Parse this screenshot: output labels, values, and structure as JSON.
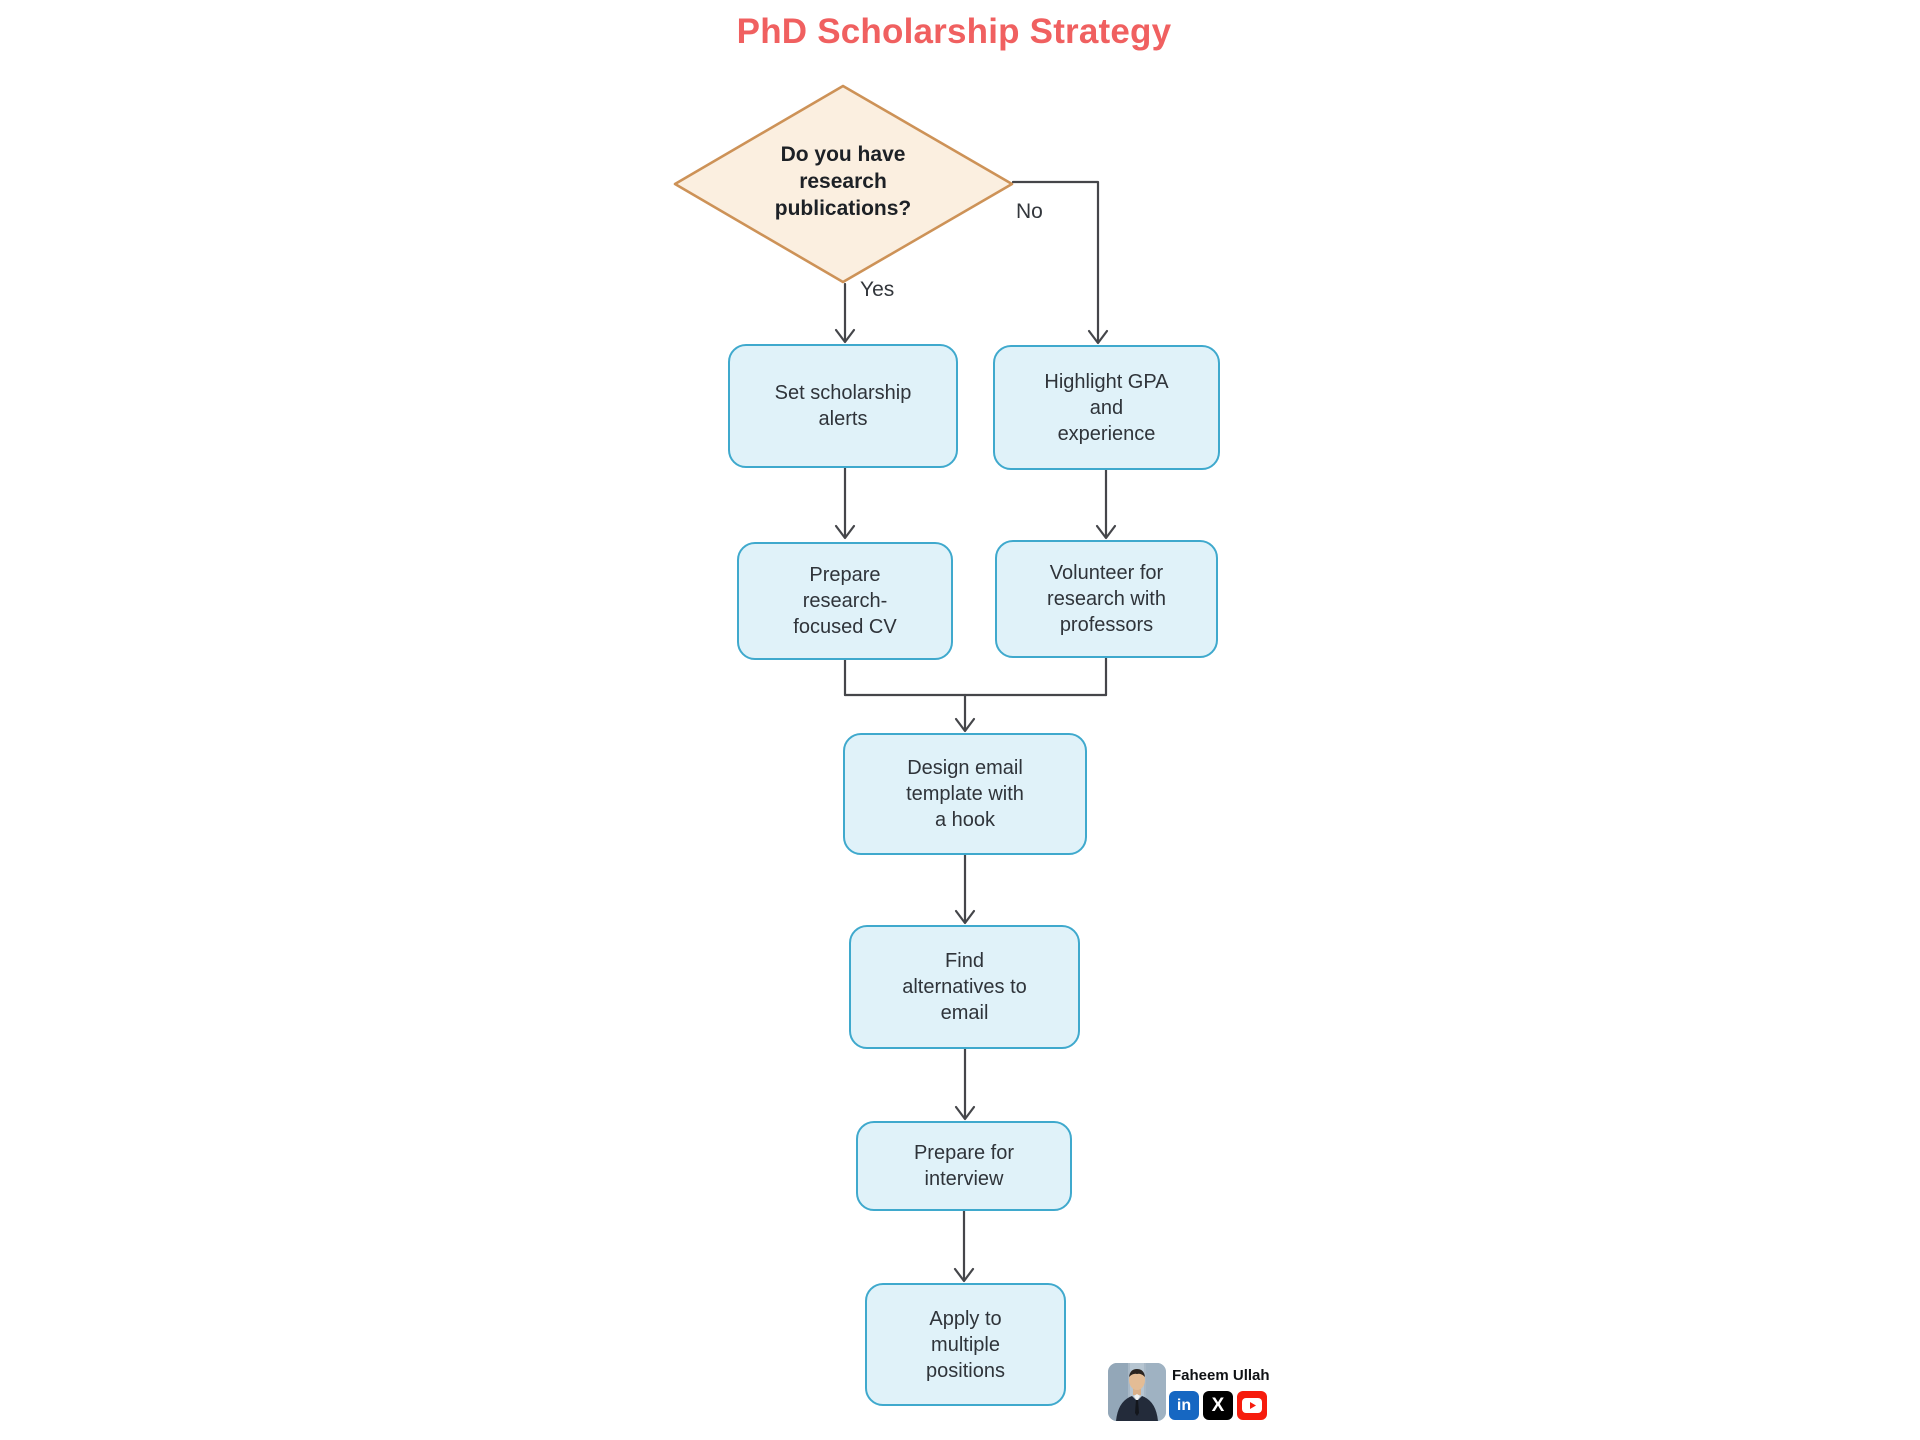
{
  "title": {
    "text": "PhD Scholarship Strategy",
    "color": "#F06060"
  },
  "flowchart": {
    "decision": {
      "id": "decision",
      "label": "Do you have\nresearch\npublications?",
      "fill": "#FBEFE0",
      "border": "#CD9257"
    },
    "branch_labels": {
      "yes": "Yes",
      "no": "No"
    },
    "nodes": [
      {
        "id": "set-scholarship-alerts",
        "label": "Set scholarship\nalerts"
      },
      {
        "id": "highlight-gpa-experience",
        "label": "Highlight GPA\nand\nexperience"
      },
      {
        "id": "prepare-research-cv",
        "label": "Prepare\nresearch-\nfocused CV"
      },
      {
        "id": "volunteer-research-professors",
        "label": "Volunteer for\nresearch with\nprofessors"
      },
      {
        "id": "design-email-template",
        "label": "Design email\ntemplate with\na hook"
      },
      {
        "id": "find-alternatives-email",
        "label": "Find\nalternatives to\nemail"
      },
      {
        "id": "prepare-for-interview",
        "label": "Prepare for\ninterview"
      },
      {
        "id": "apply-multiple-positions",
        "label": "Apply to\nmultiple\npositions"
      }
    ],
    "edges": [
      {
        "from": "decision",
        "to": "set-scholarship-alerts",
        "label": "Yes"
      },
      {
        "from": "decision",
        "to": "highlight-gpa-experience",
        "label": "No"
      },
      {
        "from": "set-scholarship-alerts",
        "to": "prepare-research-cv",
        "label": ""
      },
      {
        "from": "highlight-gpa-experience",
        "to": "volunteer-research-professors",
        "label": ""
      },
      {
        "from": "prepare-research-cv",
        "to": "design-email-template",
        "label": ""
      },
      {
        "from": "volunteer-research-professors",
        "to": "design-email-template",
        "label": ""
      },
      {
        "from": "design-email-template",
        "to": "find-alternatives-email",
        "label": ""
      },
      {
        "from": "find-alternatives-email",
        "to": "prepare-for-interview",
        "label": ""
      },
      {
        "from": "prepare-for-interview",
        "to": "apply-multiple-positions",
        "label": ""
      }
    ],
    "node_style": {
      "fill": "#E0F2F9",
      "border": "#3FA9CD",
      "text_color": "#2F343A"
    },
    "line_color": "#45464A"
  },
  "footer": {
    "author_name": "Faheem Ullah",
    "social": [
      {
        "name": "linkedin",
        "color": "#1667C2",
        "glyph": "in"
      },
      {
        "name": "x",
        "color": "#000000",
        "glyph": "X"
      },
      {
        "name": "youtube",
        "color": "#F61C0D",
        "glyph": "play"
      }
    ]
  }
}
